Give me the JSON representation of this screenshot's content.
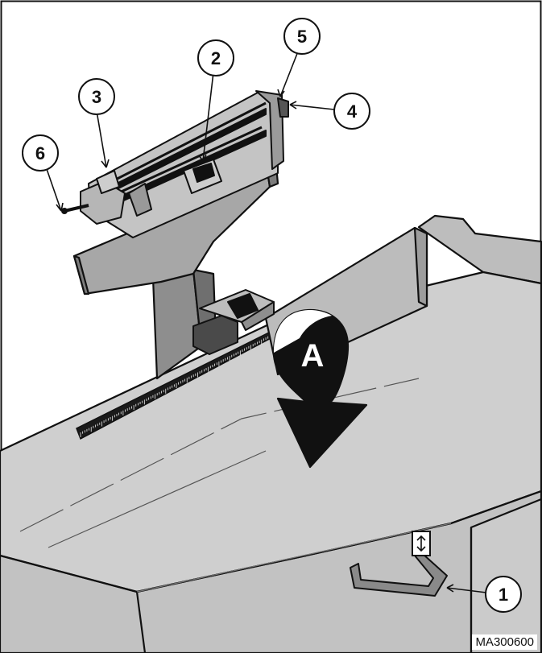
{
  "callouts": [
    {
      "id": "callout-1",
      "label": "1"
    },
    {
      "id": "callout-2",
      "label": "2"
    },
    {
      "id": "callout-3",
      "label": "3"
    },
    {
      "id": "callout-4",
      "label": "4"
    },
    {
      "id": "callout-5",
      "label": "5"
    },
    {
      "id": "callout-6",
      "label": "6"
    }
  ],
  "arrow_label": "A",
  "figure_id": "MA300600",
  "colors": {
    "outline": "#111111",
    "body_light": "#cfcfcf",
    "body_mid": "#b3b3b3",
    "body_dark": "#8e8e8e",
    "highlight": "#e6e6e6"
  }
}
